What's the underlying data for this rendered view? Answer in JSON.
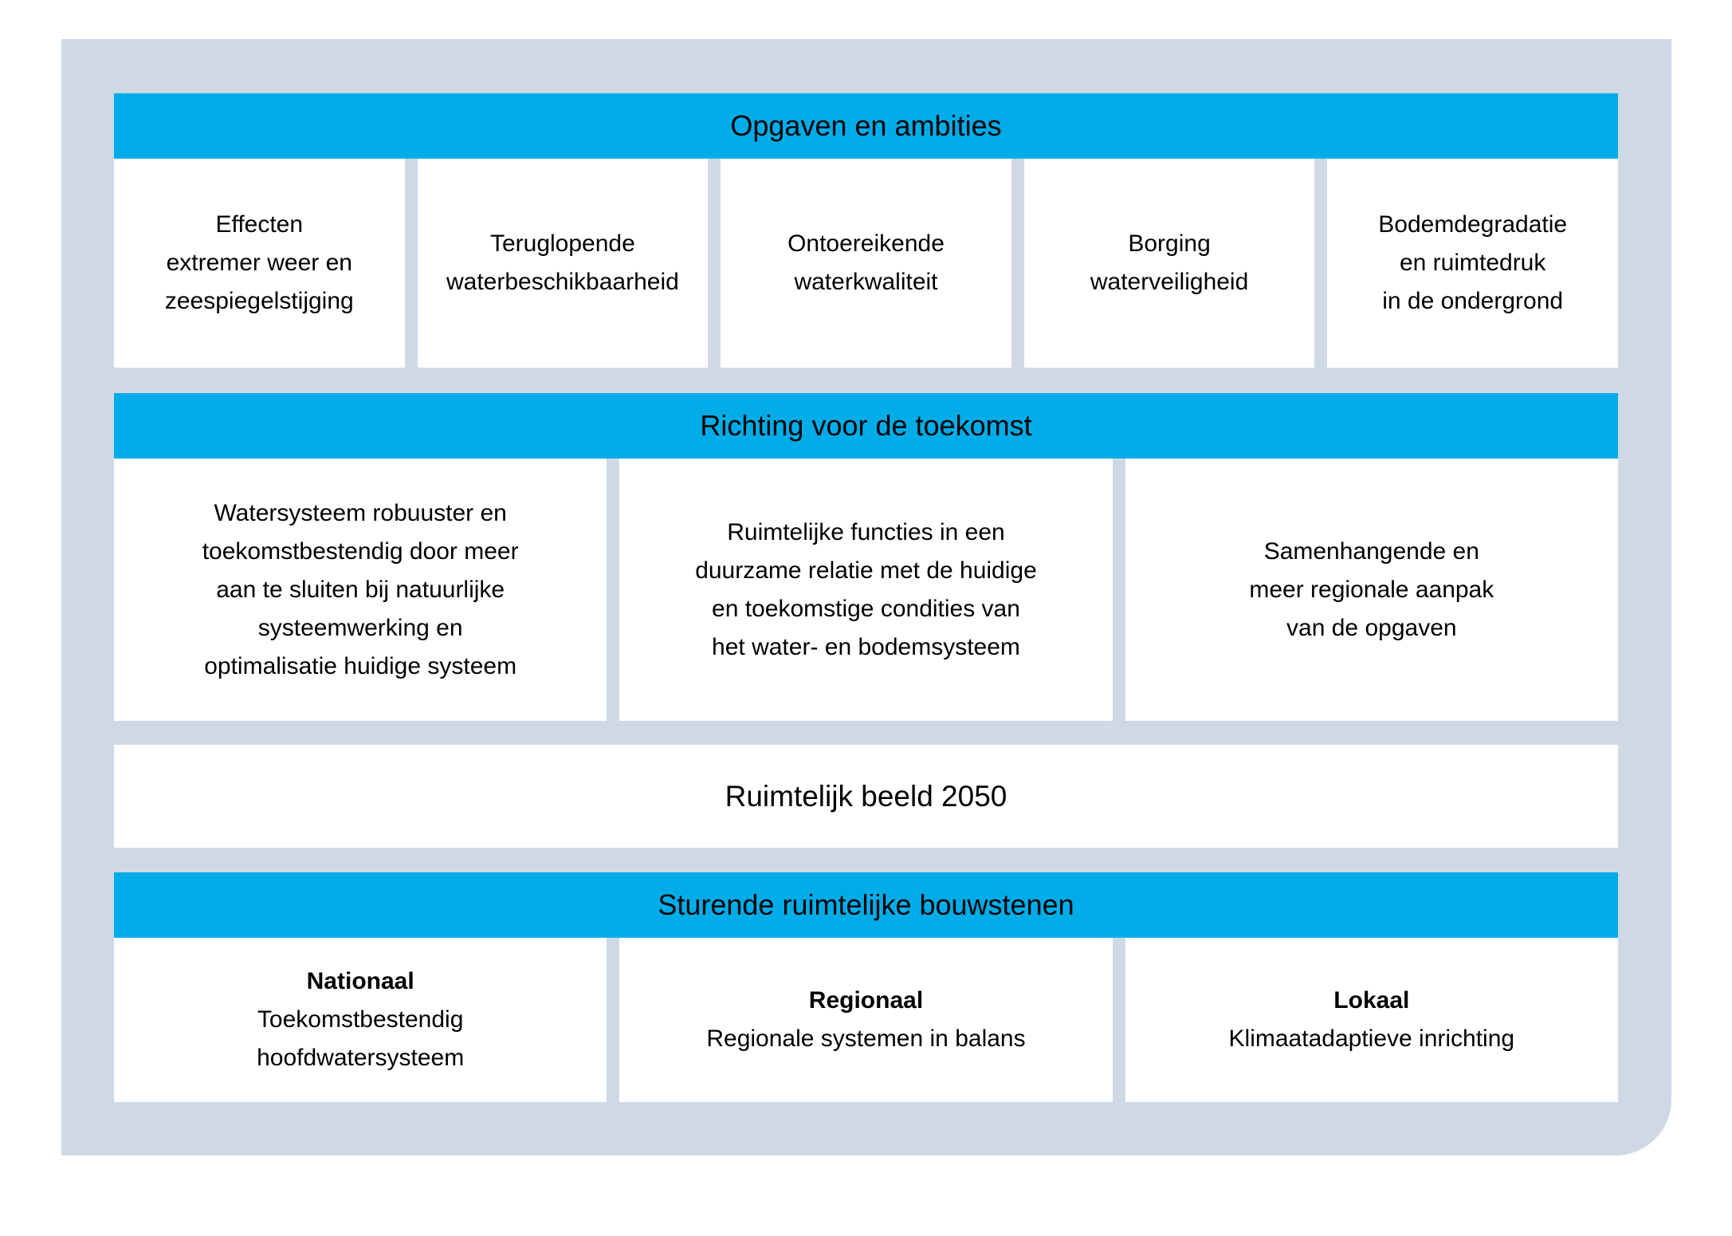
{
  "colors": {
    "panel": "#cfd9e6",
    "header": "#00ace8",
    "card": "#ffffff",
    "text": "#000000"
  },
  "sections": {
    "opgaven": {
      "title": "Opgaven en ambities",
      "boxes": [
        {
          "text": "Effecten\nextremer weer en\nzeespiegelstijging"
        },
        {
          "text": "Teruglopende\nwaterbeschikbaarheid"
        },
        {
          "text": "Ontoereikende\nwaterkwaliteit"
        },
        {
          "text": "Borging\nwaterveiligheid"
        },
        {
          "text": "Bodemdegradatie\nen ruimtedruk\nin de ondergrond"
        }
      ]
    },
    "richting": {
      "title": "Richting voor de toekomst",
      "boxes": [
        {
          "text": "Watersysteem robuuster en\ntoekomstbestendig door meer\naan te sluiten bij natuurlijke\nsysteemwerking en\noptimalisatie huidige systeem"
        },
        {
          "text": "Ruimtelijke functies in een\nduurzame relatie met de huidige\nen toekomstige condities van\nhet water- en bodemsysteem"
        },
        {
          "text": "Samenhangende en\nmeer regionale aanpak\nvan de opgaven"
        }
      ]
    },
    "ruimtelijk_beeld": {
      "title": "Ruimtelijk beeld 2050"
    },
    "bouwstenen": {
      "title": "Sturende ruimtelijke bouwstenen",
      "boxes": [
        {
          "title": "Nationaal",
          "text": "Toekomstbestendig\nhoofdwatersysteem"
        },
        {
          "title": "Regionaal",
          "text": "Regionale systemen in balans"
        },
        {
          "title": "Lokaal",
          "text": "Klimaatadaptieve inrichting"
        }
      ]
    }
  }
}
